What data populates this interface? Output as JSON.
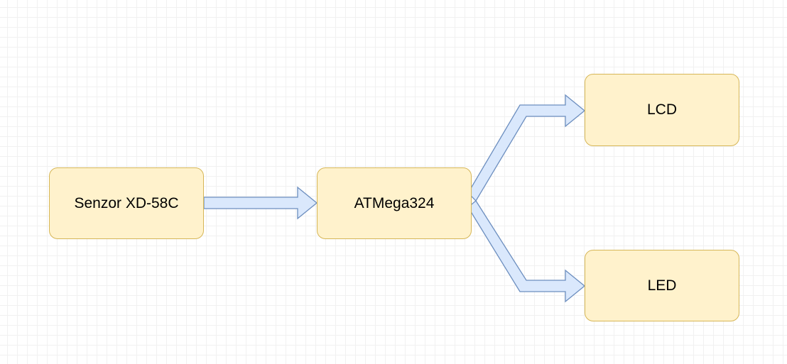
{
  "diagram": {
    "nodes": [
      {
        "id": "sensor",
        "label": "Senzor XD-58C"
      },
      {
        "id": "mcu",
        "label": "ATMega324"
      },
      {
        "id": "lcd",
        "label": "LCD"
      },
      {
        "id": "led",
        "label": "LED"
      }
    ],
    "edges": [
      {
        "from": "sensor",
        "to": "mcu"
      },
      {
        "from": "mcu",
        "to": "lcd"
      },
      {
        "from": "mcu",
        "to": "led"
      }
    ],
    "colors": {
      "node_fill": "#fff2cc",
      "node_stroke": "#d6b656",
      "arrow_fill": "#dae8fc",
      "arrow_stroke": "#6c8ebf"
    }
  }
}
